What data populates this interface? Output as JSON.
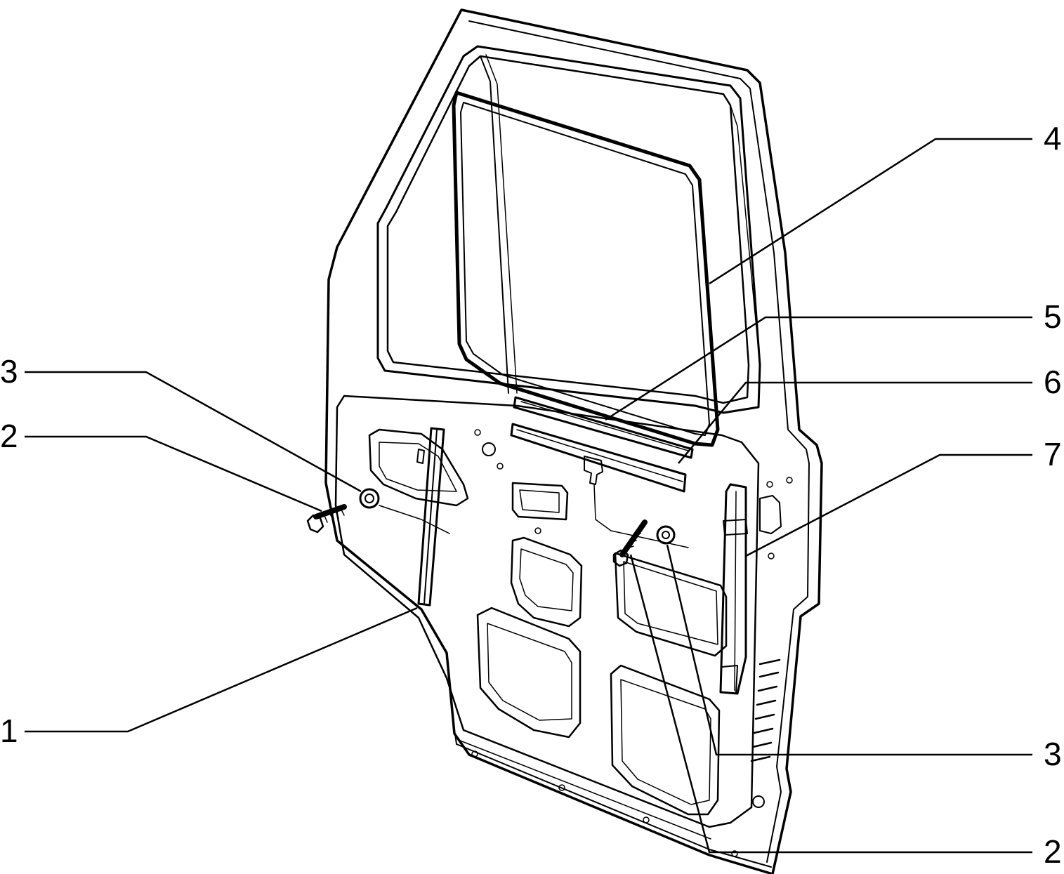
{
  "diagram": {
    "type": "exploded-parts-drawing",
    "subject": "vehicle door shell",
    "line_color": "#000000",
    "background_color": "#ffffff",
    "callouts": [
      {
        "id": "c1",
        "label": "1"
      },
      {
        "id": "c2-left",
        "label": "2"
      },
      {
        "id": "c3-left",
        "label": "3"
      },
      {
        "id": "c4",
        "label": "4"
      },
      {
        "id": "c5",
        "label": "5"
      },
      {
        "id": "c6",
        "label": "6"
      },
      {
        "id": "c7",
        "label": "7"
      },
      {
        "id": "c3-right",
        "label": "3"
      },
      {
        "id": "c2-right",
        "label": "2"
      }
    ]
  }
}
